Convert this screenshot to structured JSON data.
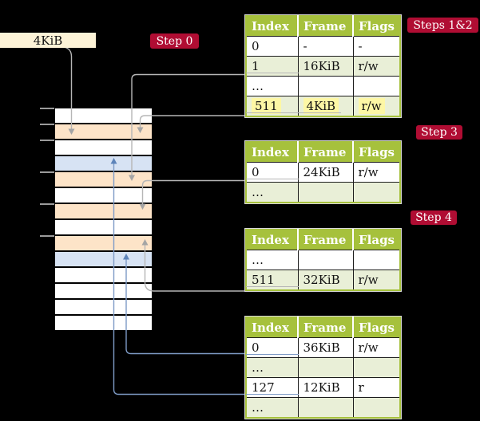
{
  "colors": {
    "table_green": "#a6c13c",
    "row_green": "#e9efd7",
    "highlight_yellow": "#fdf7a5",
    "badge_red": "#b00d33",
    "memory_orange": "#fde4c8",
    "memory_blue": "#d7e3f4",
    "label_cream": "#fdf3d7",
    "arrow_gray": "#b6b6b6",
    "arrow_blue": "#7e9bc6",
    "arrowhead_gray": "#a5a5a5",
    "arrowhead_blue": "#5e84ba",
    "grid_dark": "#1c1c1c"
  },
  "frame_box": {
    "label": "4KiB"
  },
  "badges": {
    "step0": "Step 0",
    "steps12": "Steps 1&2",
    "step3": "Step 3",
    "step4": "Step 4"
  },
  "tables": [
    {
      "name": "table-steps-1-2",
      "headers": [
        "Index",
        "Frame",
        "Flags"
      ],
      "rows": [
        {
          "cells": [
            "0",
            "-",
            "-"
          ],
          "shaded": false
        },
        {
          "cells": [
            "1",
            "16KiB",
            "r/w"
          ],
          "shaded": true,
          "pointer": "gray",
          "pointer_cells": [
            0
          ]
        },
        {
          "cells": [
            "…",
            "",
            ""
          ],
          "shaded": false
        },
        {
          "cells": [
            "511",
            "4KiB",
            "r/w"
          ],
          "shaded": true,
          "highlighted": true,
          "pointer": "gray",
          "pointer_cells": [
            0,
            1
          ]
        }
      ]
    },
    {
      "name": "table-step-3",
      "headers": [
        "Index",
        "Frame",
        "Flags"
      ],
      "rows": [
        {
          "cells": [
            "0",
            "24KiB",
            "r/w"
          ],
          "shaded": false,
          "pointer": "gray",
          "pointer_cells": [
            0
          ]
        },
        {
          "cells": [
            "…",
            "",
            ""
          ],
          "shaded": true
        }
      ]
    },
    {
      "name": "table-step-4",
      "headers": [
        "Index",
        "Frame",
        "Flags"
      ],
      "rows": [
        {
          "cells": [
            "…",
            "",
            ""
          ],
          "shaded": false
        },
        {
          "cells": [
            "511",
            "32KiB",
            "r/w"
          ],
          "shaded": true,
          "pointer": "gray",
          "pointer_cells": [
            0
          ]
        }
      ]
    },
    {
      "name": "table-final",
      "headers": [
        "Index",
        "Frame",
        "Flags"
      ],
      "rows": [
        {
          "cells": [
            "0",
            "36KiB",
            "r/w"
          ],
          "shaded": false,
          "pointer": "blue",
          "pointer_cells": [
            0
          ]
        },
        {
          "cells": [
            "…",
            "",
            ""
          ],
          "shaded": true
        },
        {
          "cells": [
            "127",
            "12KiB",
            "r"
          ],
          "shaded": false,
          "pointer": "blue",
          "pointer_cells": [
            0
          ]
        },
        {
          "cells": [
            "…",
            "",
            ""
          ],
          "shaded": true
        }
      ]
    }
  ],
  "memory": {
    "row_colors": [
      "plain",
      "orange",
      "plain",
      "blue",
      "orange",
      "plain",
      "orange",
      "plain",
      "orange",
      "blue",
      "plain",
      "plain",
      "plain",
      "plain"
    ]
  }
}
